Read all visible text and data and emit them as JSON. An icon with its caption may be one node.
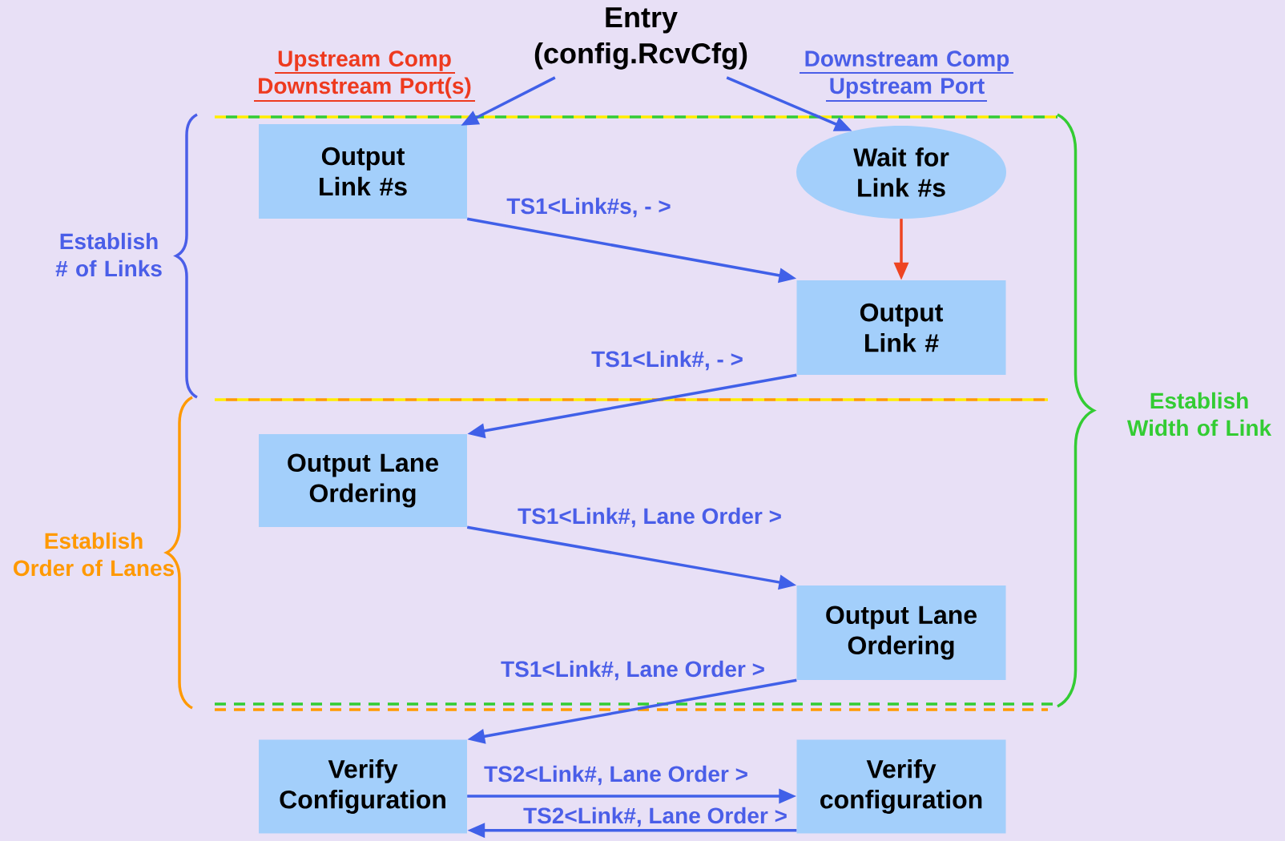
{
  "diagram": {
    "nodes": [
      {
        "text": [
          "Entry (config.RcvCfg)"
        ]
      },
      {
        "text": [
          "Output Link #s"
        ]
      },
      {
        "text": [
          "Wait for Link #s"
        ]
      },
      {
        "text": [
          "Output Link #"
        ]
      },
      {
        "text": [
          "Output Lane Ordering"
        ]
      },
      {
        "text": [
          "Output Lane Ordering"
        ]
      },
      {
        "text": [
          "Verify Configuration"
        ]
      },
      {
        "text": [
          "Verify configuration"
        ]
      }
    ],
    "edges": [
      {
        "from": 0,
        "to": 1,
        "arrow": "to"
      },
      {
        "from": 0,
        "to": 2,
        "arrow": "to"
      },
      {
        "from": 1,
        "to": 3,
        "arrow": "to",
        "label": "TS1<Link#s, - >"
      },
      {
        "from": 2,
        "to": 3,
        "arrow": "to",
        "color": "#ee4422"
      },
      {
        "from": 3,
        "to": 4,
        "arrow": "to",
        "label": "TS1<Link#, - >"
      },
      {
        "from": 4,
        "to": 5,
        "arrow": "to",
        "label": "TS1<Link#, Lane Order >"
      },
      {
        "from": 5,
        "to": 6,
        "arrow": "to",
        "label": "TS1<Link#, Lane Order >"
      },
      {
        "from": 6,
        "to": 7,
        "arrow": "to",
        "label": "TS2<Link#, Lane Order >"
      },
      {
        "from": 7,
        "to": 6,
        "arrow": "to",
        "label": "TS2<Link#, Lane Order >"
      }
    ],
    "labels": [
      "Upstream Comp Downstream Port(s)",
      "Downstream Comp Upstream Port",
      "Establish # of Links",
      "Establish Order of Lanes",
      "Establish Width of Link"
    ]
  }
}
